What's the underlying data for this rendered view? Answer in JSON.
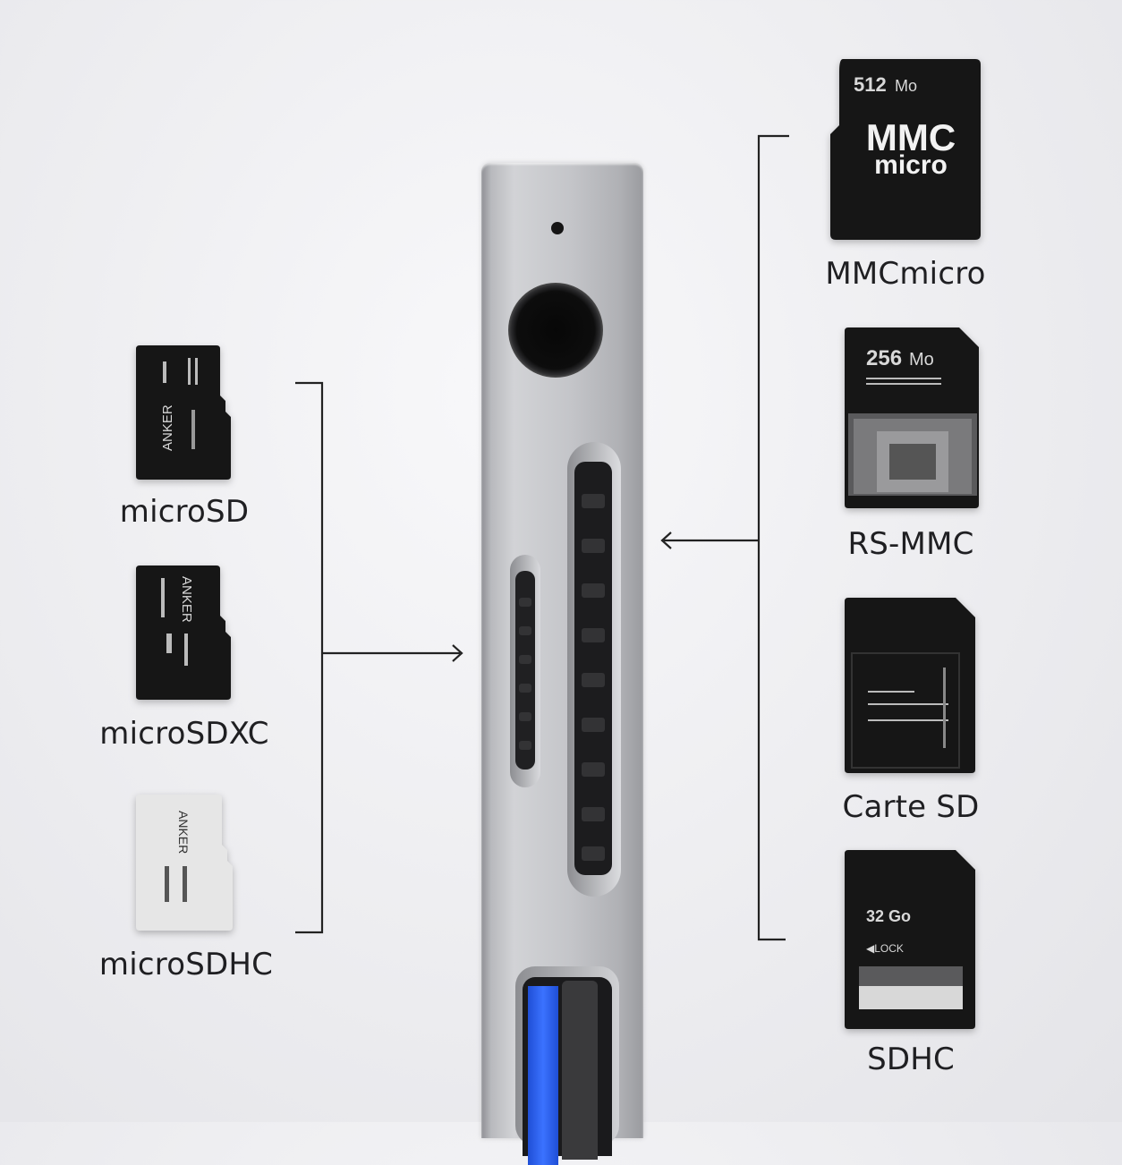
{
  "left_cards": [
    {
      "label": "microSD",
      "brand": "ANKER"
    },
    {
      "label": "microSDXC",
      "brand": "ANKER"
    },
    {
      "label": "microSDHC",
      "brand": "ANKER"
    }
  ],
  "right_cards": [
    {
      "label": "MMCmicro",
      "capacity": "512",
      "unit": "Mo",
      "title_line1": "MMC",
      "title_line2": "micro"
    },
    {
      "label": "RS-MMC",
      "capacity": "256",
      "unit": "Mo"
    },
    {
      "label": "Carte SD"
    },
    {
      "label": "SDHC",
      "capacity": "32 Go",
      "lock": "LOCK"
    }
  ],
  "colors": {
    "card_black": "#161616",
    "card_white": "#e8e8e8",
    "hub_silver": "#c4c5c9",
    "usb_blue": "#2f63f0",
    "line": "#222222"
  }
}
